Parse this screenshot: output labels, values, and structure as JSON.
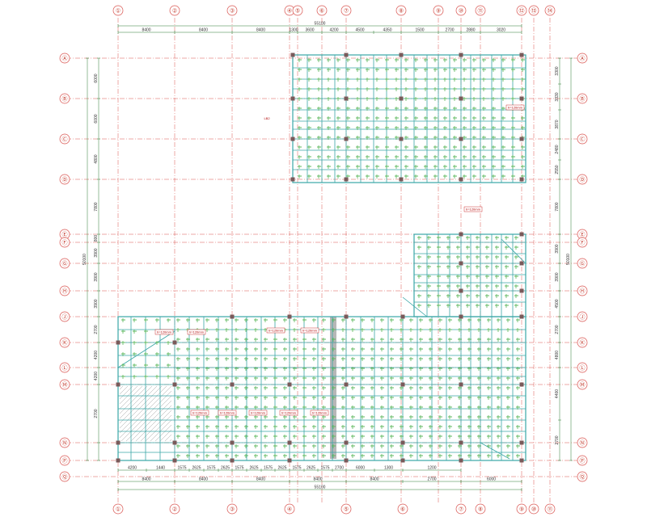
{
  "drawing": {
    "colors": {
      "grid": "#d9534f",
      "beam": "#3aa6a6",
      "rebar": "#5cb85c",
      "dim": "#2e7d32",
      "column": "#7a5a5a",
      "text": "#222222",
      "tag_bg": "#ffffff",
      "tag_border": "#c00000",
      "hatch": "#888888"
    },
    "axes_top": [
      "①",
      "②",
      "③",
      "④",
      "⑤",
      "⑥",
      "⑦",
      "⑧",
      "⑨",
      "⑩",
      "⑪",
      "⑫",
      "⑬",
      "⑭"
    ],
    "axes_bottom": [
      "①",
      "②",
      "③",
      "④",
      "⑤",
      "⑥",
      "⑦",
      "⑧",
      "⑨",
      "⑩",
      "⑪"
    ],
    "axes_left": [
      "Ⓐ",
      "Ⓑ",
      "Ⓒ",
      "Ⓓ",
      "Ⓔ",
      "Ⓕ",
      "Ⓖ",
      "Ⓗ",
      "Ⓙ",
      "Ⓚ",
      "Ⓛ",
      "Ⓜ",
      "Ⓝ",
      "Ⓟ",
      "Ⓠ"
    ],
    "axes_right": [
      "Ⓐ",
      "Ⓑ",
      "Ⓒ",
      "Ⓓ",
      "Ⓔ",
      "Ⓕ",
      "Ⓖ",
      "Ⓗ",
      "Ⓙ",
      "Ⓚ",
      "Ⓛ",
      "Ⓜ",
      "Ⓝ",
      "Ⓟ",
      "Ⓠ"
    ],
    "dims_top_row": [
      "8400",
      "8400",
      "8400",
      "1300",
      "3600",
      "4200",
      "4500",
      "4350",
      "1500",
      "2700",
      "2880",
      "3020"
    ],
    "dims_top_total": "55100",
    "dims_bottom_row1": [
      "4200",
      "1440",
      "1575",
      "2625",
      "1575",
      "2625",
      "1575",
      "2625",
      "1575",
      "2625",
      "1575",
      "2625",
      "1575",
      "2700",
      "6000",
      "1300",
      "1200"
    ],
    "dims_bottom_row2": [
      "8400",
      "8400",
      "8400",
      "8400",
      "8400",
      "2700",
      "6000"
    ],
    "dims_bottom_total": "55100",
    "dims_left": [
      "6000",
      "6000",
      "4800",
      "7800",
      "800",
      "3900",
      "3900",
      "3900",
      "2700",
      "4200",
      "4200",
      "2700"
    ],
    "dims_left_total": "50100",
    "dims_right": [
      "3300",
      "3330",
      "3870",
      "2480",
      "2550",
      "7800",
      "3900",
      "3900",
      "4500",
      "2700",
      "4800",
      "4400",
      "2700"
    ],
    "dims_right_total": "50100",
    "slab_tags": [
      "h=120mm",
      "h=120mm",
      "h=120mm",
      "h=120mm",
      "h=120mm",
      "h=120mm",
      "h=120mm",
      "h=120mm",
      "h=120mm",
      "h=120mm",
      "h=120mm"
    ],
    "side_note": "LB2"
  }
}
